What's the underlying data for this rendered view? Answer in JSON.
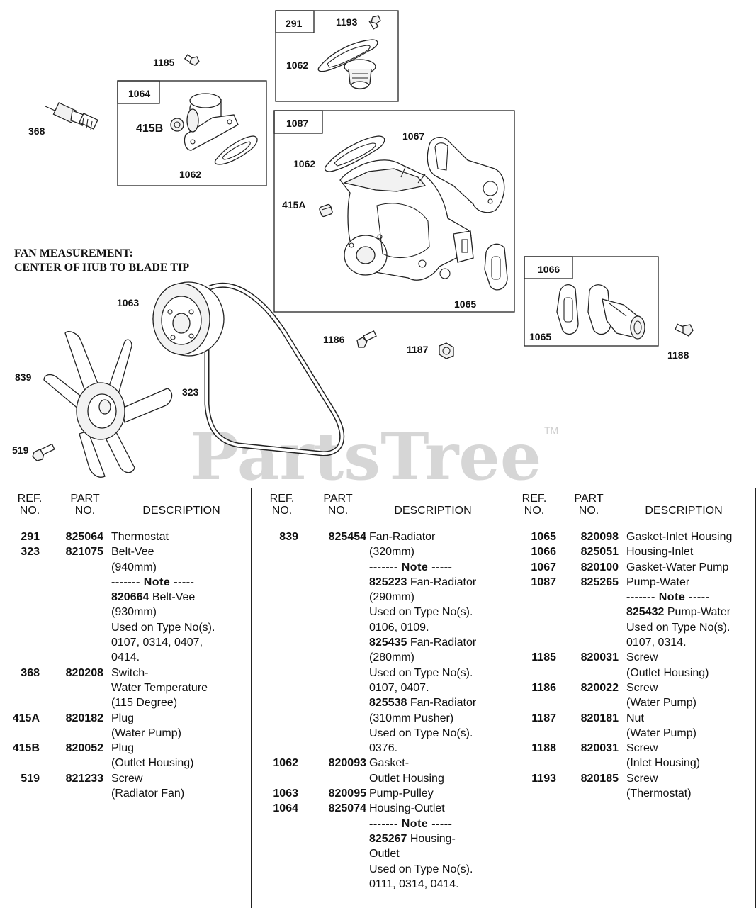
{
  "diagram": {
    "fan_measurement_line1": "FAN MEASUREMENT:",
    "fan_measurement_line2": "CENTER OF HUB TO BLADE TIP",
    "watermark": "PartsTree",
    "trademark": "TM",
    "callouts": {
      "c291": "291",
      "c1193": "1193",
      "c1062a": "1062",
      "c1185": "1185",
      "c1064": "1064",
      "c415b": "415B",
      "c1062b": "1062",
      "c368": "368",
      "c1087": "1087",
      "c1067": "1067",
      "c1062c": "1062",
      "c415a": "415A",
      "c1065a": "1065",
      "c1066": "1066",
      "c1065b": "1065",
      "c1188": "1188",
      "c1063": "1063",
      "c839": "839",
      "c323": "323",
      "c519": "519",
      "c1186": "1186",
      "c1187": "1187"
    }
  },
  "table": {
    "headers": {
      "ref1": "REF.",
      "ref2": "NO.",
      "part1": "PART",
      "part2": "NO.",
      "desc": "DESCRIPTION"
    },
    "columns": [
      {
        "rows": [
          {
            "ref": "291",
            "part": "825064",
            "lines": [
              {
                "t": "Thermostat"
              }
            ]
          },
          {
            "ref": "323",
            "part": "821075",
            "lines": [
              {
                "t": "Belt-Vee"
              },
              {
                "t": "(940mm)"
              },
              {
                "t": "------- Note -----",
                "note": true
              },
              {
                "b": "820664",
                "t": " Belt-Vee"
              },
              {
                "t": "(930mm)"
              },
              {
                "t": "Used on Type No(s)."
              },
              {
                "t": "0107, 0314, 0407,"
              },
              {
                "t": "0414."
              }
            ]
          },
          {
            "ref": "368",
            "part": "820208",
            "lines": [
              {
                "t": "Switch-"
              },
              {
                "t": "Water Temperature"
              },
              {
                "t": "(115 Degree)"
              }
            ]
          },
          {
            "ref": "415A",
            "part": "820182",
            "lines": [
              {
                "t": "Plug"
              },
              {
                "t": "(Water Pump)"
              }
            ]
          },
          {
            "ref": "415B",
            "part": "820052",
            "lines": [
              {
                "t": "Plug"
              },
              {
                "t": "(Outlet Housing)"
              }
            ]
          },
          {
            "ref": "519",
            "part": "821233",
            "lines": [
              {
                "t": "Screw"
              },
              {
                "t": "(Radiator Fan)"
              }
            ]
          }
        ]
      },
      {
        "rows": [
          {
            "ref": "839",
            "part": "825454",
            "lines": [
              {
                "t": "Fan-Radiator"
              },
              {
                "t": "(320mm)"
              },
              {
                "t": "------- Note -----",
                "note": true
              },
              {
                "b": "825223",
                "t": " Fan-Radiator"
              },
              {
                "t": "(290mm)"
              },
              {
                "t": "Used on Type No(s)."
              },
              {
                "t": "0106, 0109."
              },
              {
                "b": "825435",
                "t": " Fan-Radiator"
              },
              {
                "t": "(280mm)"
              },
              {
                "t": "Used on Type No(s)."
              },
              {
                "t": "0107, 0407."
              },
              {
                "b": "825538",
                "t": " Fan-Radiator"
              },
              {
                "t": "(310mm Pusher)"
              },
              {
                "t": "Used on Type No(s)."
              },
              {
                "t": "0376."
              }
            ]
          },
          {
            "ref": "1062",
            "part": "820093",
            "lines": [
              {
                "t": "Gasket-"
              },
              {
                "t": "Outlet Housing"
              }
            ]
          },
          {
            "ref": "1063",
            "part": "820095",
            "lines": [
              {
                "t": "Pump-Pulley"
              }
            ]
          },
          {
            "ref": "1064",
            "part": "825074",
            "lines": [
              {
                "t": "Housing-Outlet"
              },
              {
                "t": "------- Note -----",
                "note": true
              },
              {
                "b": "825267",
                "t": " Housing-"
              },
              {
                "t": "Outlet"
              },
              {
                "t": "Used on Type No(s)."
              },
              {
                "t": "0111, 0314, 0414."
              }
            ]
          }
        ]
      },
      {
        "rows": [
          {
            "ref": "1065",
            "part": "820098",
            "lines": [
              {
                "t": "Gasket-Inlet Housing"
              }
            ]
          },
          {
            "ref": "1066",
            "part": "825051",
            "lines": [
              {
                "t": "Housing-Inlet"
              }
            ]
          },
          {
            "ref": "1067",
            "part": "820100",
            "lines": [
              {
                "t": "Gasket-Water Pump"
              }
            ]
          },
          {
            "ref": "1087",
            "part": "825265",
            "lines": [
              {
                "t": "Pump-Water"
              },
              {
                "t": "------- Note -----",
                "note": true
              },
              {
                "b": "825432",
                "t": " Pump-Water"
              },
              {
                "t": "Used on Type No(s)."
              },
              {
                "t": "0107, 0314."
              }
            ]
          },
          {
            "ref": "1185",
            "part": "820031",
            "lines": [
              {
                "t": "Screw"
              },
              {
                "t": "(Outlet  Housing)"
              }
            ]
          },
          {
            "ref": "1186",
            "part": "820022",
            "lines": [
              {
                "t": "Screw"
              },
              {
                "t": "(Water Pump)"
              }
            ]
          },
          {
            "ref": "1187",
            "part": "820181",
            "lines": [
              {
                "t": "Nut"
              },
              {
                "t": "(Water Pump)"
              }
            ]
          },
          {
            "ref": "1188",
            "part": "820031",
            "lines": [
              {
                "t": "Screw"
              },
              {
                "t": "(Inlet  Housing)"
              }
            ]
          },
          {
            "ref": "1193",
            "part": "820185",
            "lines": [
              {
                "t": "Screw"
              },
              {
                "t": "(Thermostat)"
              }
            ]
          }
        ]
      }
    ]
  }
}
